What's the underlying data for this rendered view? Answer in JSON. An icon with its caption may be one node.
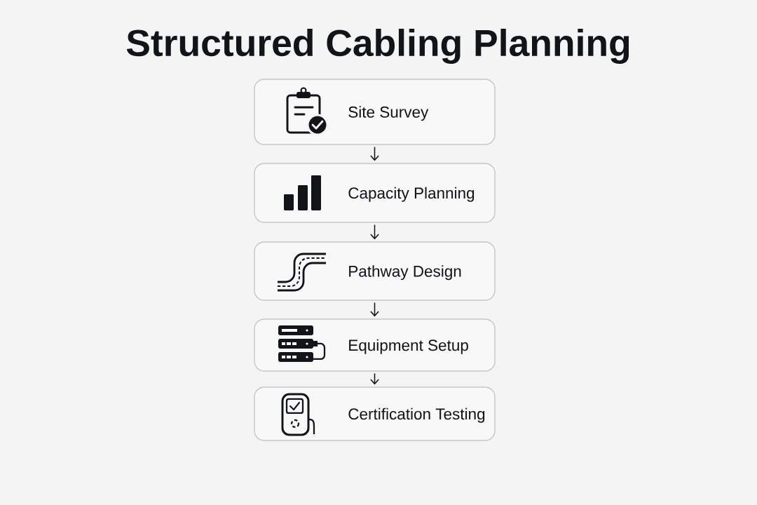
{
  "diagram": {
    "title": "Structured Cabling Planning",
    "nodes": [
      {
        "text": [
          "Site Survey"
        ]
      },
      {
        "text": [
          "Capacity Planning"
        ]
      },
      {
        "text": [
          "Pathway Design"
        ]
      },
      {
        "text": [
          "Equipment Setup"
        ]
      },
      {
        "text": [
          "Certification Testing"
        ]
      }
    ],
    "edges": [
      {
        "from": 0,
        "to": 1,
        "arrow": "to"
      },
      {
        "from": 1,
        "to": 2,
        "arrow": "to"
      },
      {
        "from": 2,
        "to": 3,
        "arrow": "to"
      },
      {
        "from": 3,
        "to": 4,
        "arrow": "to"
      }
    ]
  }
}
